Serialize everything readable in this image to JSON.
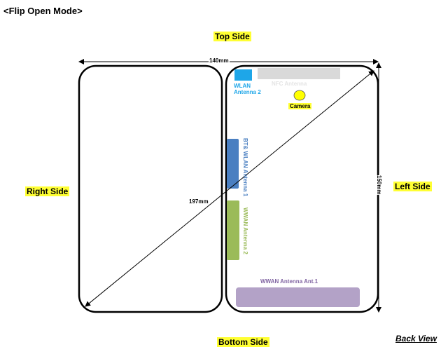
{
  "title": "<Flip Open Mode>",
  "sides": {
    "top": "Top Side",
    "bottom": "Bottom Side",
    "left": "Left Side",
    "right": "Right Side"
  },
  "dimensions": {
    "width": "140mm",
    "height": "150mm",
    "diagonal": "197mm"
  },
  "antennas": {
    "wlan2": "WLAN\nAntenna 2",
    "wlan2_line1": "WLAN",
    "wlan2_line2": "Antenna 2",
    "nfc": "NFC Antenna",
    "bt_wlan1": "BT& WLAN Antenna 1",
    "wwan2": "WWAN Antenna 2",
    "wwan1": "WWAN Antenna Ant.1"
  },
  "camera": "Camera",
  "view": "Back View",
  "colors": {
    "wlan": "#1ea6e8",
    "nfc": "#d9d9d9",
    "bt": "#4a7fc1",
    "wwan2": "#9bbb59",
    "wwan1": "#b3a2c7",
    "camera": "#ffff00",
    "highlight": "#ffff33"
  }
}
